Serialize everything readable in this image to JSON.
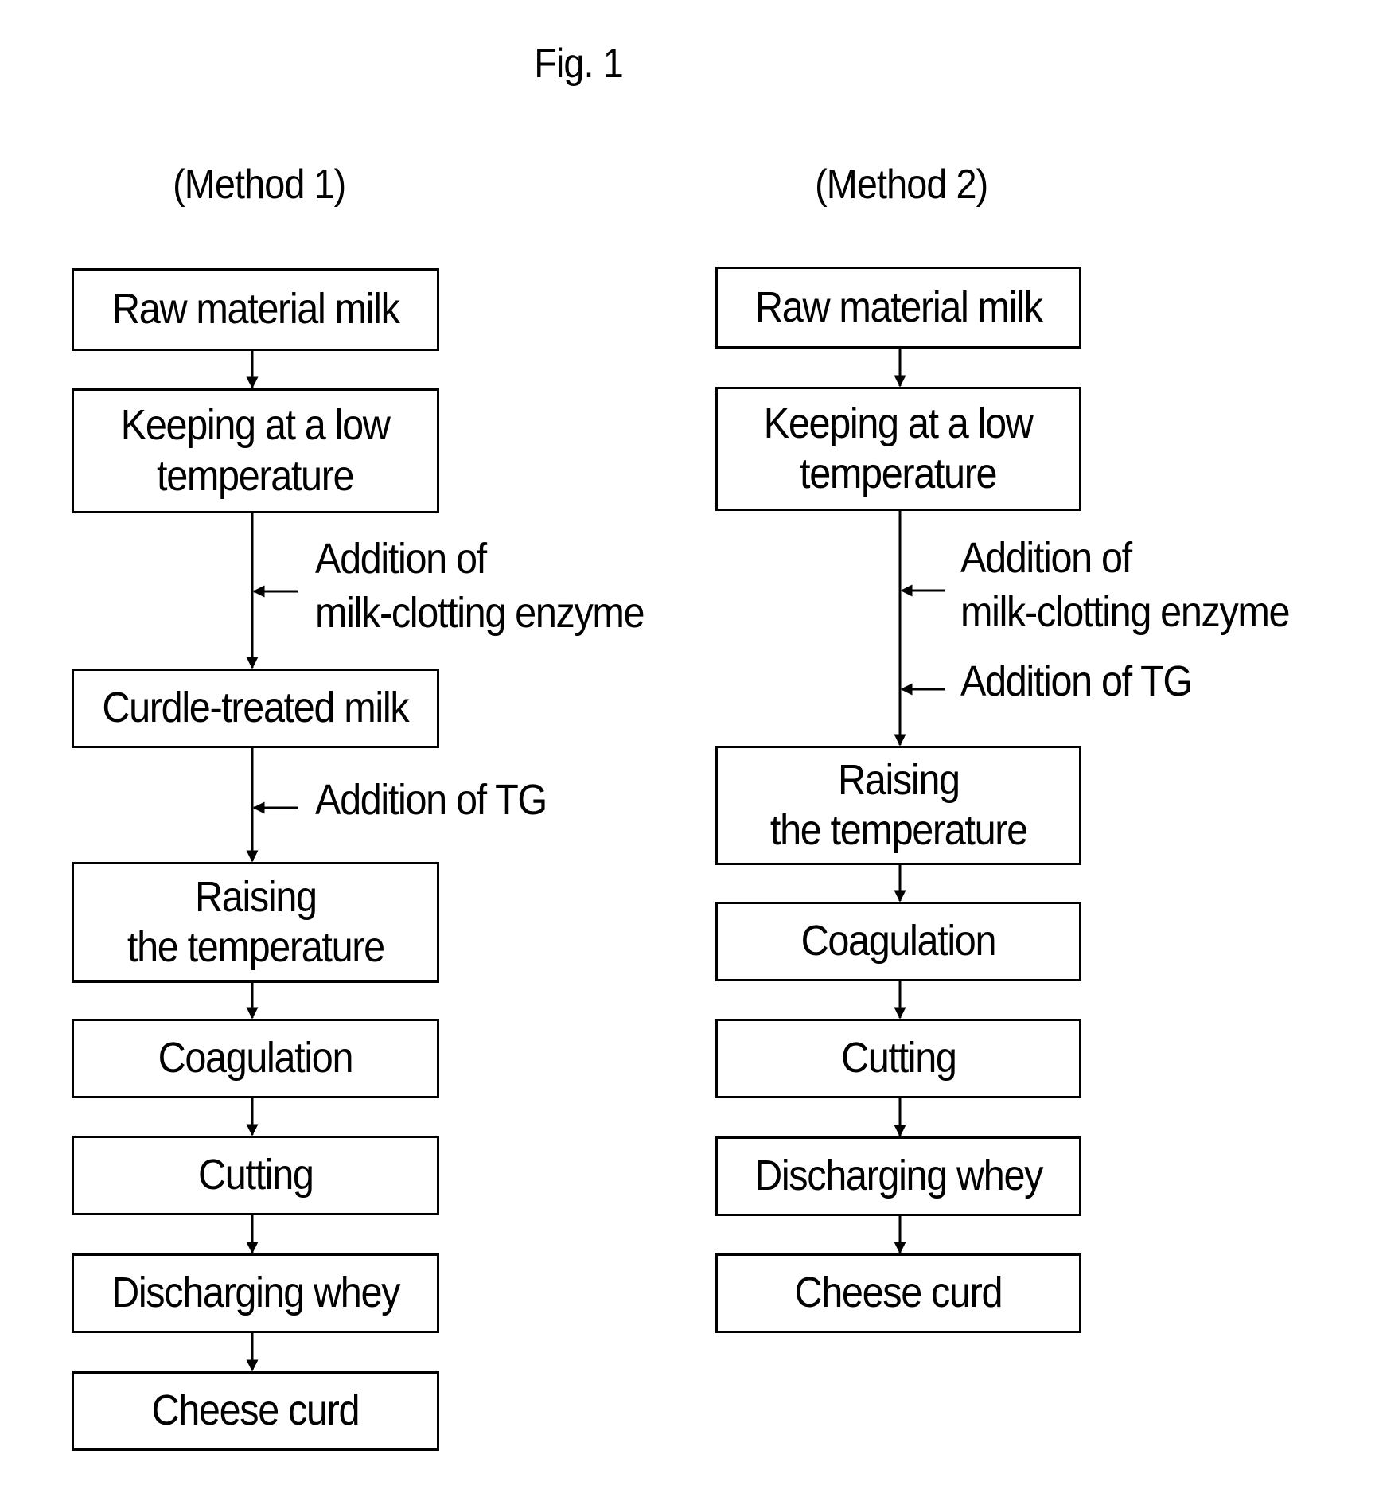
{
  "figure": {
    "title": "Fig. 1"
  },
  "method1": {
    "heading": "(Method 1)",
    "steps": [
      "Raw material milk",
      "Keeping at a low\ntemperature",
      "Curdle-treated milk",
      "Raising\nthe temperature",
      "Coagulation",
      "Cutting",
      "Discharging whey",
      "Cheese curd"
    ],
    "additions": [
      "Addition of\nmilk-clotting enzyme",
      "Addition of TG"
    ]
  },
  "method2": {
    "heading": "(Method 2)",
    "steps": [
      "Raw material milk",
      "Keeping at a low\ntemperature",
      "Raising\nthe temperature",
      "Coagulation",
      "Cutting",
      "Discharging whey",
      "Cheese curd"
    ],
    "additions": [
      "Addition of\nmilk-clotting enzyme",
      "Addition of TG"
    ]
  }
}
